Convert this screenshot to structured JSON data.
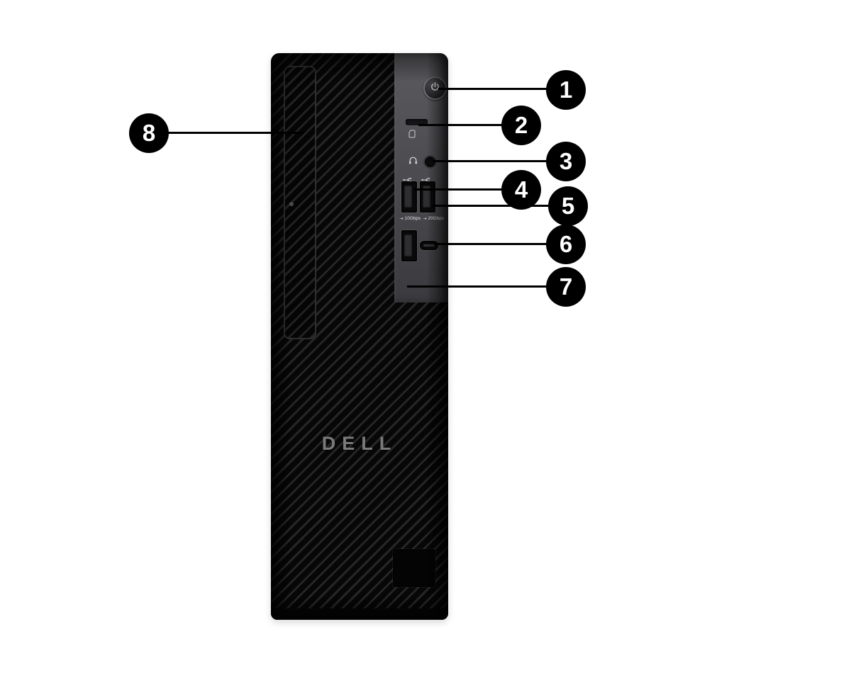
{
  "brand": {
    "logo": "DELL"
  },
  "port_labels": {
    "left": "10Gbps",
    "right": "20Gbps"
  },
  "callouts": [
    {
      "number": "1"
    },
    {
      "number": "2"
    },
    {
      "number": "3"
    },
    {
      "number": "4"
    },
    {
      "number": "5"
    },
    {
      "number": "6"
    },
    {
      "number": "7"
    },
    {
      "number": "8"
    }
  ]
}
